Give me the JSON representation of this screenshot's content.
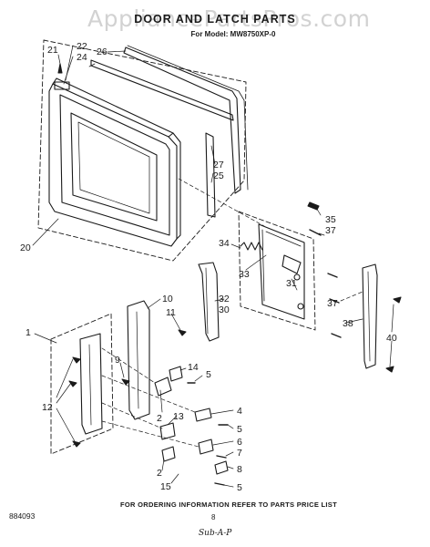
{
  "watermark": "AppliancePartsPros.com",
  "title": "DOOR AND LATCH PARTS",
  "subtitle": "For Model: MW8750XP-0",
  "callouts": {
    "c21": "21",
    "c22": "22",
    "c24": "24",
    "c26": "26",
    "c27": "27",
    "c25": "25",
    "c20": "20",
    "c35": "35",
    "c37a": "37",
    "c34": "34",
    "c33": "33",
    "c31": "31",
    "c32": "32",
    "c30": "30",
    "c37b": "37",
    "c38": "38",
    "c40": "40",
    "c10": "10",
    "c11": "11",
    "c1": "1",
    "c9": "9",
    "c14": "14",
    "c5a": "5",
    "c12": "12",
    "c2a": "2",
    "c13": "13",
    "c4": "4",
    "c5b": "5",
    "c6": "6",
    "c7": "7",
    "c2b": "2",
    "c8": "8",
    "c15": "15",
    "c5c": "5"
  },
  "footer": "FOR ORDERING INFORMATION REFER TO PARTS PRICE LIST",
  "doc_number": "884093",
  "page_number": "8",
  "signature": "Sub-A-P"
}
